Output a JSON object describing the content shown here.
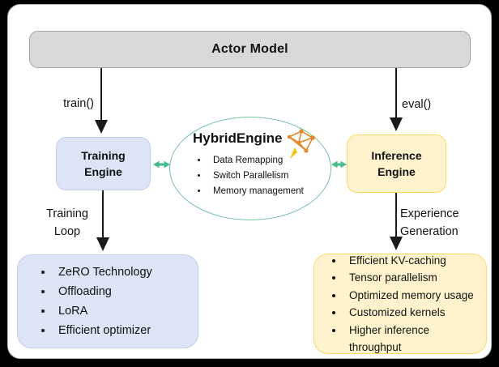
{
  "diagram": {
    "actor_model": {
      "label": "Actor Model"
    },
    "edges": {
      "train_label": "train()",
      "eval_label": "eval()",
      "training_loop_label": "Training\nLoop",
      "experience_label": "Experience\nGeneration"
    },
    "training_engine": {
      "label": "Training\nEngine"
    },
    "inference_engine": {
      "label": "Inference\nEngine"
    },
    "hybrid_engine": {
      "title": "HybridEngine",
      "icon": "network-graph-with-pen-icon",
      "items": [
        "Data Remapping",
        "Switch Parallelism",
        "Memory management"
      ]
    },
    "training_features": [
      "ZeRO Technology",
      "Offloading",
      "LoRA",
      "Efficient optimizer"
    ],
    "inference_features": [
      "Efficient KV-caching",
      "Tensor parallelism",
      "Optimized memory usage",
      "Customized kernels",
      "Higher inference throughput"
    ]
  },
  "colors": {
    "page_background": "#000000",
    "panel_background": "#ffffff",
    "actor_fill": "#d9d9d9",
    "actor_border": "#a3a3a3",
    "blue_fill": "#dce4f5",
    "blue_border": "#c3cee9",
    "yellow_fill": "#fff3cd",
    "yellow_border": "#ffd966",
    "ellipse_border": "#6fc79b",
    "green_arrow": "#47bd8c",
    "black_arrow": "#1a1a1a",
    "icon_orange": "#e8862a",
    "icon_yellow": "#ffc000"
  }
}
